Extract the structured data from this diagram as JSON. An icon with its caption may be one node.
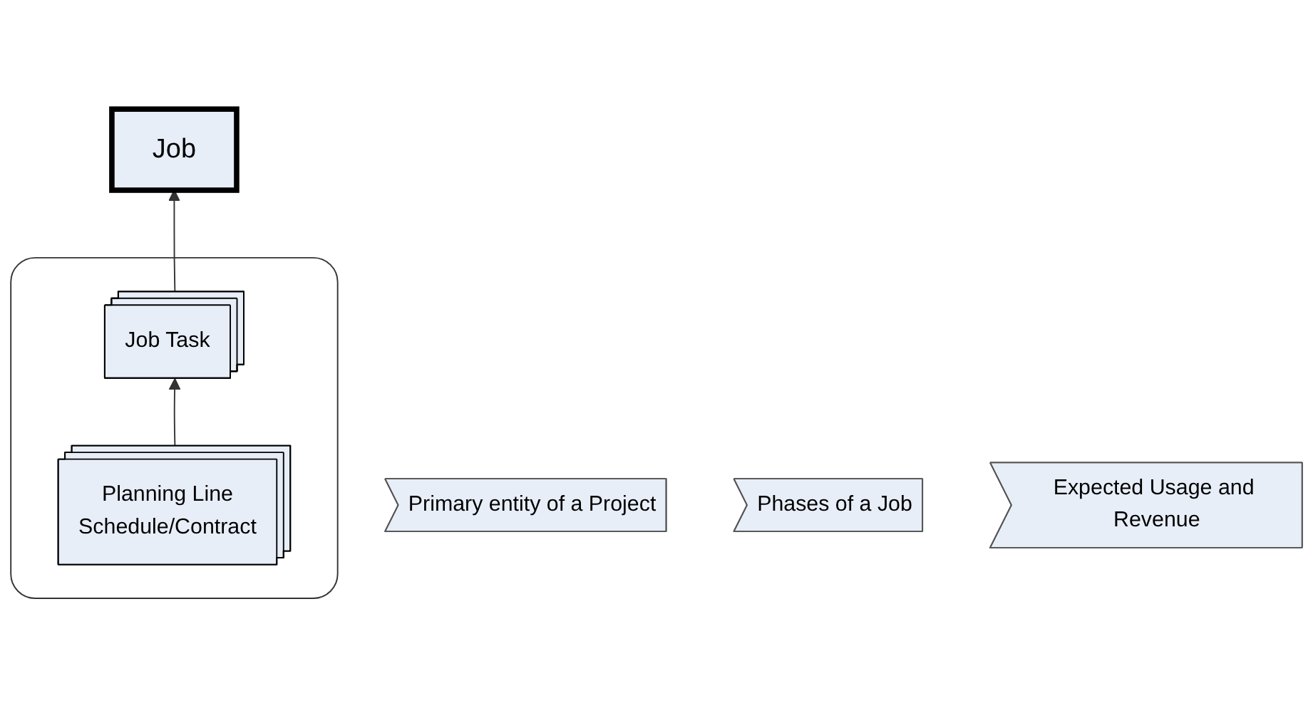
{
  "diagram": {
    "nodes": [
      {
        "text": [
          "Job"
        ]
      },
      {
        "text": [],
        "shape": "box"
      },
      {
        "text": [
          "Job Task"
        ],
        "in": 1
      },
      {
        "text": [
          "Planning Line",
          "Schedule/Contract"
        ],
        "in": 1
      },
      {
        "text": [
          "Primary entity of a Project"
        ]
      },
      {
        "text": [
          "Phases of a Job"
        ]
      },
      {
        "text": [
          "Expected Usage and Revenue"
        ]
      }
    ],
    "edges": [
      {
        "from": 2,
        "to": 0,
        "arrow": "to"
      },
      {
        "from": 3,
        "to": 2,
        "arrow": "to"
      }
    ]
  }
}
